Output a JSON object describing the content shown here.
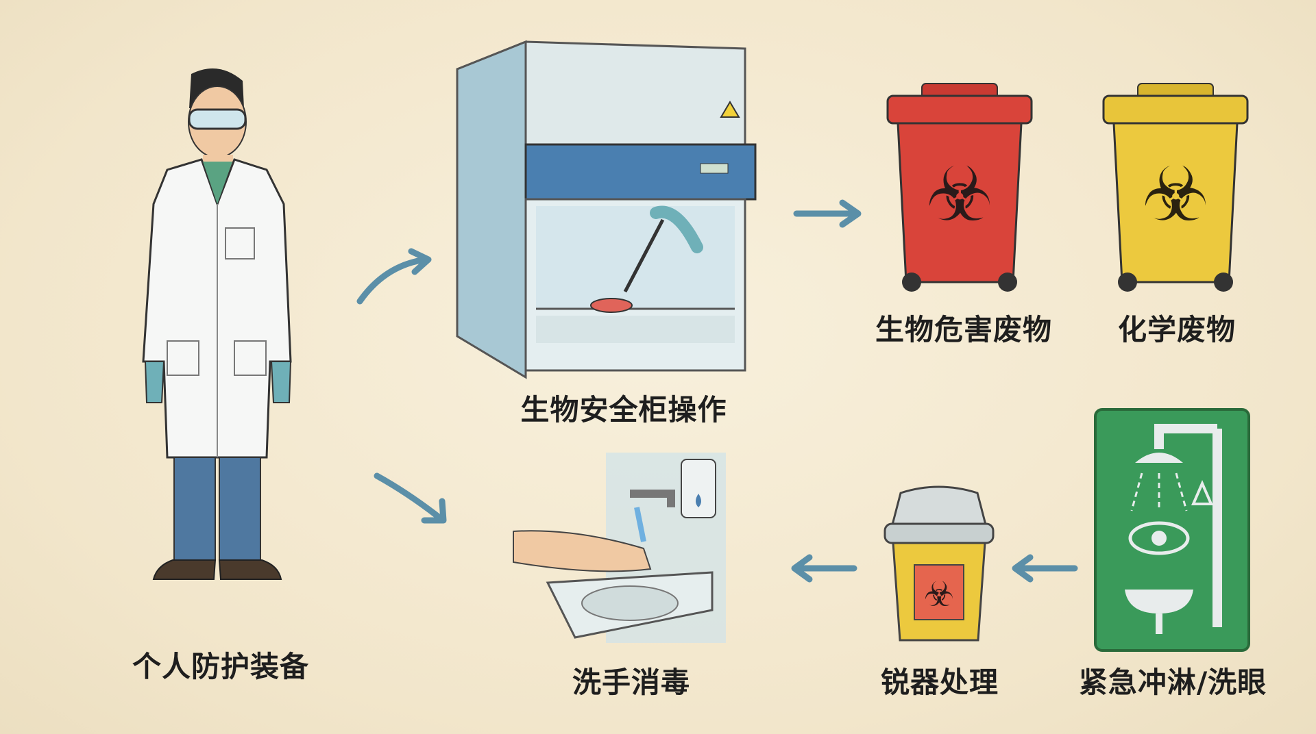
{
  "title": "实验室生物安全流程",
  "steps": {
    "ppe": "个人防护装备",
    "biosafety_cabinet": "生物安全柜操作",
    "biohazard_waste": "生物危害废物",
    "chemical_waste": "化学废物",
    "hand_washing": "洗手消毒",
    "sharps_disposal": "锐器处理",
    "emergency_shower": "紧急冲淋/洗眼"
  },
  "colors": {
    "arrow": "#5b8fa8",
    "red_bin": "#d9443a",
    "yellow_bin": "#e8c53a",
    "green_sign": "#3a9a5a",
    "cabinet_blue": "#4a7fb0"
  }
}
